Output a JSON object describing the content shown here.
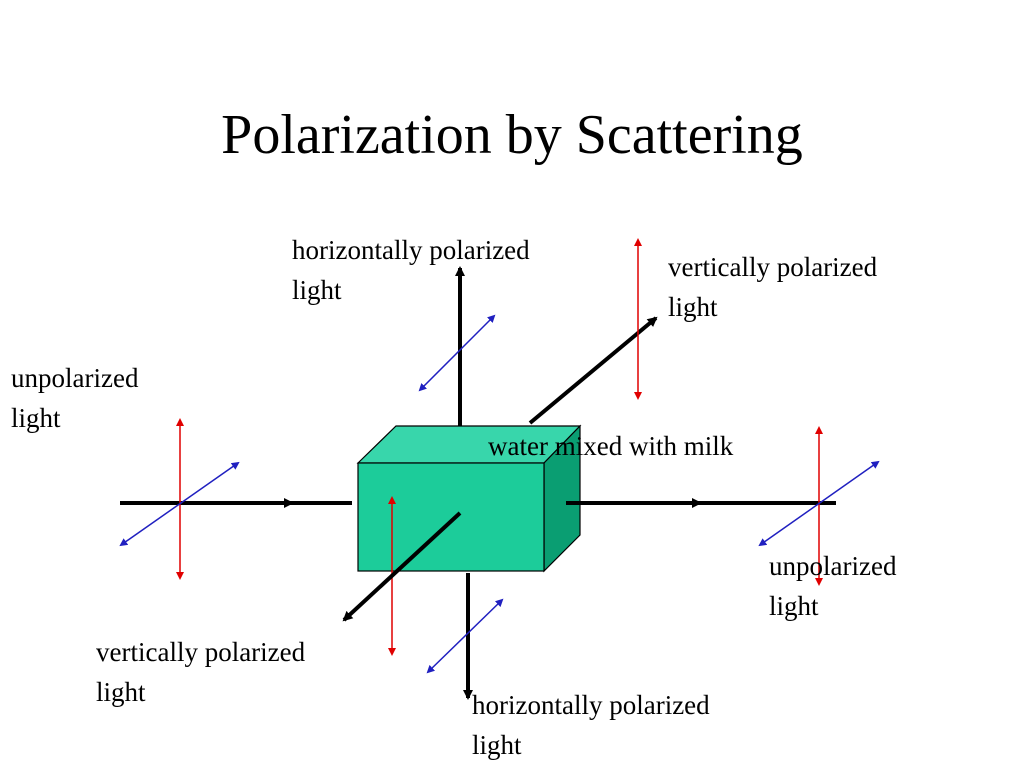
{
  "title": "Polarization by Scattering",
  "labels": {
    "unpolarized_left": [
      "unpolarized",
      "light"
    ],
    "horizontal_top": [
      "horizontally polarized",
      "light"
    ],
    "vertical_top_right": [
      "vertically polarized",
      "light"
    ],
    "medium": "water mixed with milk",
    "unpolarized_right": [
      "unpolarized",
      "light"
    ],
    "vertical_bottom_left": [
      "vertically polarized",
      "light"
    ],
    "horizontal_bottom": [
      "horizontally polarized",
      "light"
    ]
  },
  "colors": {
    "box_front": "#1ccc9a",
    "box_top": "#38d6ab",
    "box_side": "#0a9e72",
    "beam": "#000000",
    "vertical_polarization": "#e00000",
    "horizontal_polarization": "#2020c0"
  }
}
